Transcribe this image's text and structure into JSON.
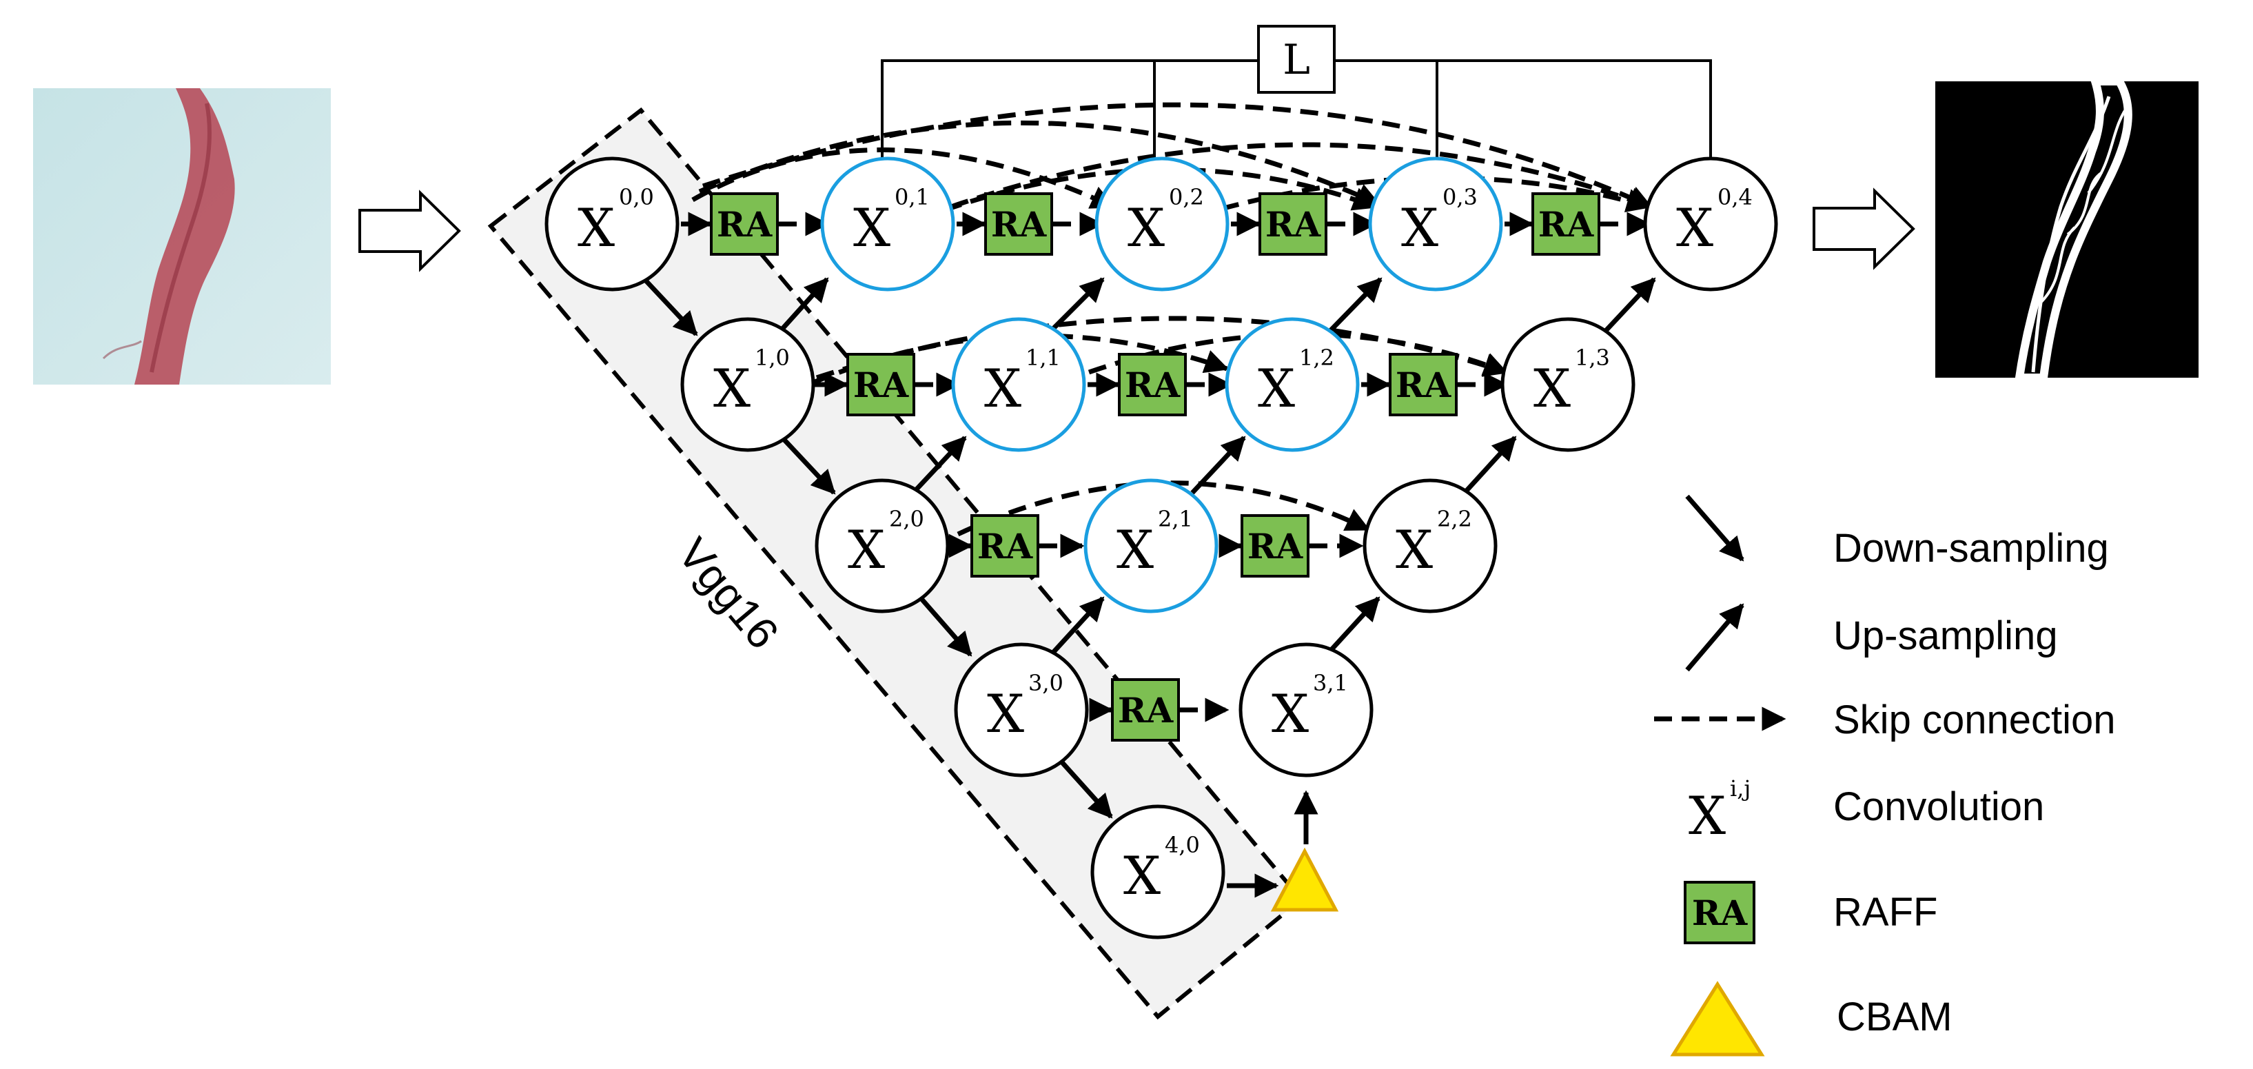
{
  "diagram": {
    "loss_label": "L",
    "encoder_label": "Vgg16",
    "ra_label": "RA",
    "nodes": [
      {
        "id": "0,0",
        "main": "X",
        "sup": "0,0",
        "style": "encoder"
      },
      {
        "id": "1,0",
        "main": "X",
        "sup": "1,0",
        "style": "encoder"
      },
      {
        "id": "2,0",
        "main": "X",
        "sup": "2,0",
        "style": "encoder"
      },
      {
        "id": "3,0",
        "main": "X",
        "sup": "3,0",
        "style": "encoder"
      },
      {
        "id": "4,0",
        "main": "X",
        "sup": "4,0",
        "style": "encoder"
      },
      {
        "id": "0,1",
        "main": "X",
        "sup": "0,1",
        "style": "nested"
      },
      {
        "id": "0,2",
        "main": "X",
        "sup": "0,2",
        "style": "nested"
      },
      {
        "id": "0,3",
        "main": "X",
        "sup": "0,3",
        "style": "nested"
      },
      {
        "id": "0,4",
        "main": "X",
        "sup": "0,4",
        "style": "decoder"
      },
      {
        "id": "1,1",
        "main": "X",
        "sup": "1,1",
        "style": "nested"
      },
      {
        "id": "1,2",
        "main": "X",
        "sup": "1,2",
        "style": "nested"
      },
      {
        "id": "1,3",
        "main": "X",
        "sup": "1,3",
        "style": "decoder"
      },
      {
        "id": "2,1",
        "main": "X",
        "sup": "2,1",
        "style": "nested"
      },
      {
        "id": "2,2",
        "main": "X",
        "sup": "2,2",
        "style": "decoder"
      },
      {
        "id": "3,1",
        "main": "X",
        "sup": "3,1",
        "style": "decoder"
      }
    ],
    "colors": {
      "nested_border": "#1a9ee0",
      "ra_fill": "#7dbf52",
      "cbam_fill": "#ffe600",
      "cbam_border": "#e0a800",
      "encoder_band": "#f2f2f2"
    }
  },
  "legend": {
    "down_sampling": "Down-sampling",
    "up_sampling": "Up-sampling",
    "skip_connection": "Skip connection",
    "convolution_symbol_main": "X",
    "convolution_symbol_sup": "i,j",
    "convolution": "Convolution",
    "ra_symbol": "RA",
    "raff": "RAFF",
    "cbam": "CBAM"
  }
}
